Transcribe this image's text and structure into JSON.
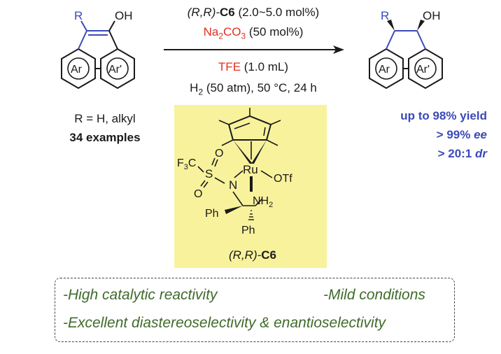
{
  "reactant": {
    "r_label": "R",
    "oh_label": "OH",
    "ring_left": "Ar",
    "ring_right": "Ar'"
  },
  "product": {
    "r_label": "R",
    "oh_label": "OH",
    "ring_left": "Ar",
    "ring_right": "Ar'"
  },
  "conditions": {
    "catalyst_loading_prefix": "(R,R)-",
    "catalyst_name": "C6",
    "catalyst_loading": " (2.0~5.0 mol%)",
    "base_formula_pre": "Na",
    "base_formula_sub1": "2",
    "base_formula_mid": "CO",
    "base_formula_sub2": "3",
    "base_amount": " (50 mol%)",
    "solvent": "TFE",
    "solvent_amount": " (1.0 mL)",
    "gas_pre": "H",
    "gas_sub": "2",
    "gas_rest": " (50 atm), 50 °C, 24 h"
  },
  "scope": {
    "substituent": "R = H, alkyl",
    "examples": "34 examples"
  },
  "results": {
    "yield": "up to 98% yield",
    "ee_prefix": "> 99% ",
    "ee_unit": "ee",
    "dr_prefix": "> 20:1 ",
    "dr_unit": "dr"
  },
  "catalyst_structure": {
    "cf3_f": "F",
    "cf3_sub": "3",
    "cf3_c": "C",
    "s_label": "S",
    "o_top": "O",
    "o_bottom": "O",
    "n_label": "N",
    "ru_label": "Ru",
    "otf_label": "OTf",
    "nh2_label": "NH",
    "nh2_sub": "2",
    "ph_left": "Ph",
    "ph_bottom": "Ph",
    "name_prefix": "(R,R)-",
    "name_bold": "C6"
  },
  "features": {
    "item1": "-High catalytic reactivity",
    "item2": "-Mild conditions",
    "item3": "-Excellent diastereoselectivity & enantioselectivity"
  },
  "colors": {
    "bond_blue": "#3a4ab8",
    "condition_red": "#e0301e",
    "catalyst_fill": "#f8f29c",
    "feature_green": "#3f6b2a"
  }
}
